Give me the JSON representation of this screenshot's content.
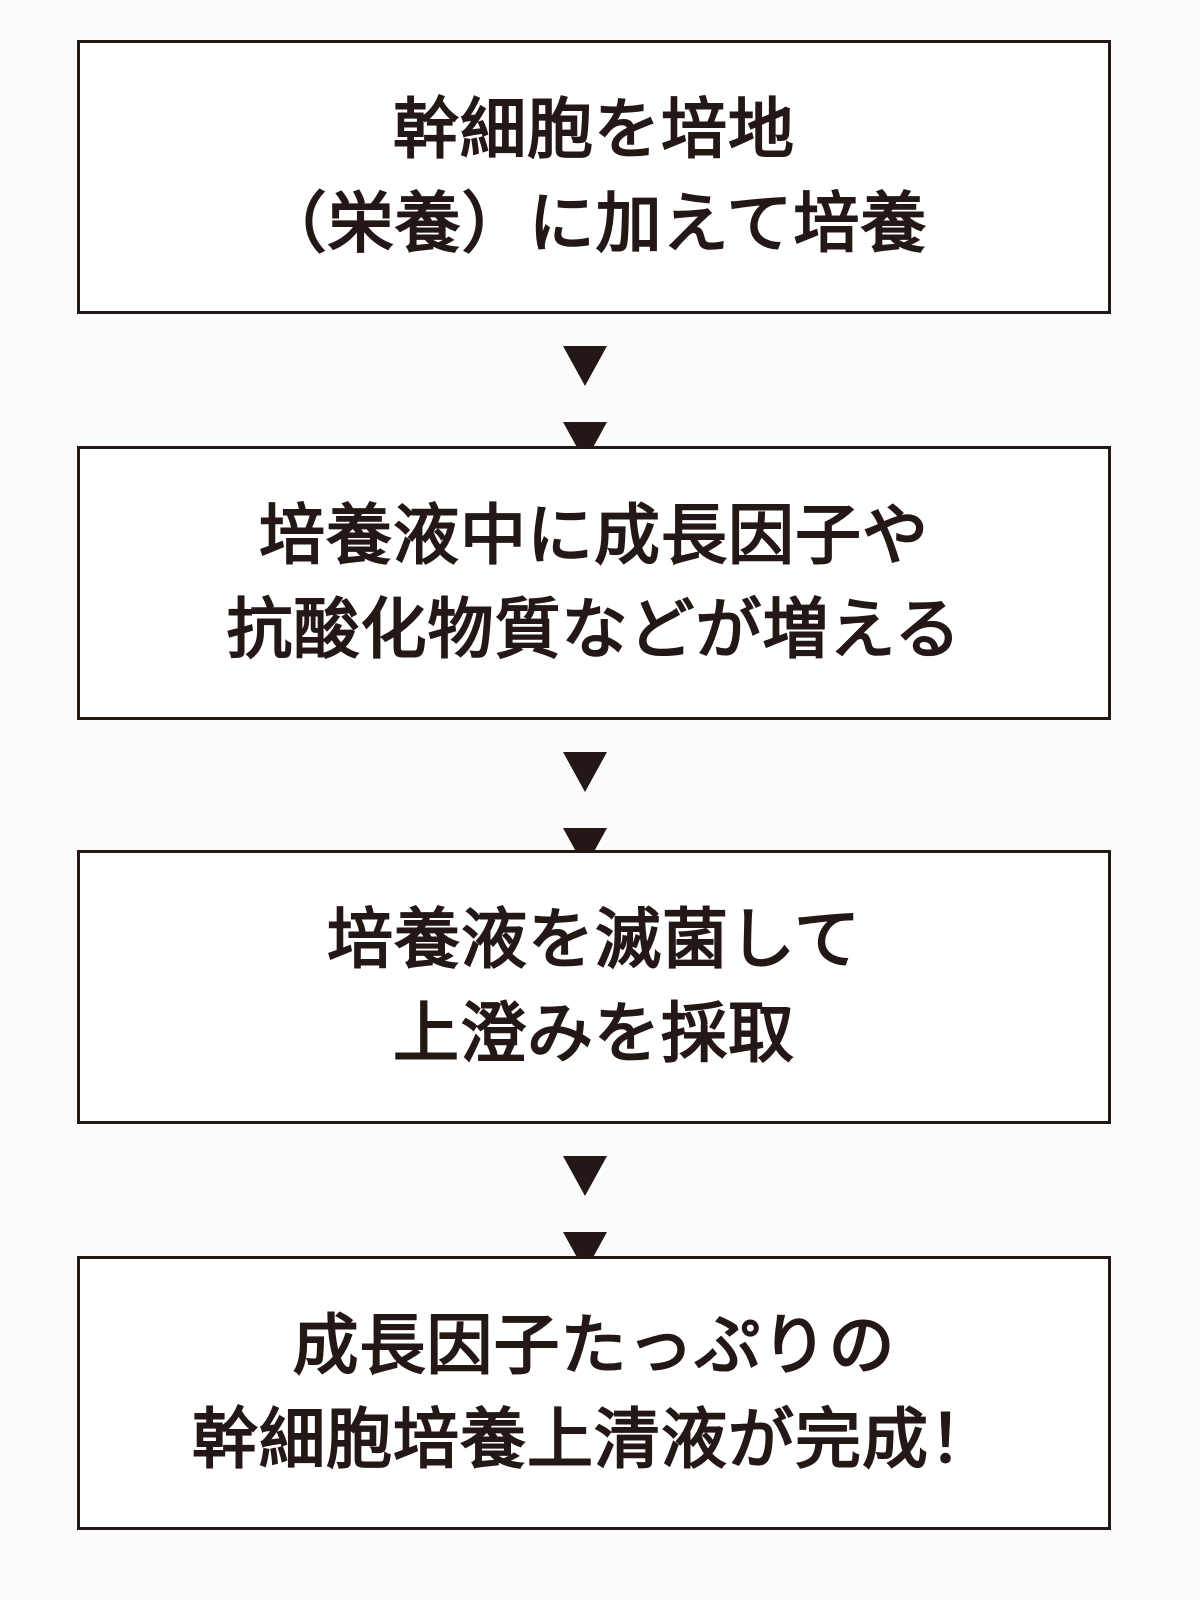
{
  "steps": [
    {
      "lines": [
        "幹細胞を培地",
        "（栄養）に加えて培養"
      ]
    },
    {
      "lines": [
        "培養液中に成長因子や",
        "抗酸化物質などが増える"
      ]
    },
    {
      "lines": [
        "培養液を滅菌して",
        "上澄みを採取"
      ]
    },
    {
      "lines": [
        "成長因子たっぷりの",
        "幹細胞培養上清液が完成！"
      ]
    }
  ],
  "arrow_icon": "down-triangle-icon",
  "colors": {
    "ink": "#231815",
    "background": "#fbfbfb",
    "box_fill": "#ffffff"
  }
}
